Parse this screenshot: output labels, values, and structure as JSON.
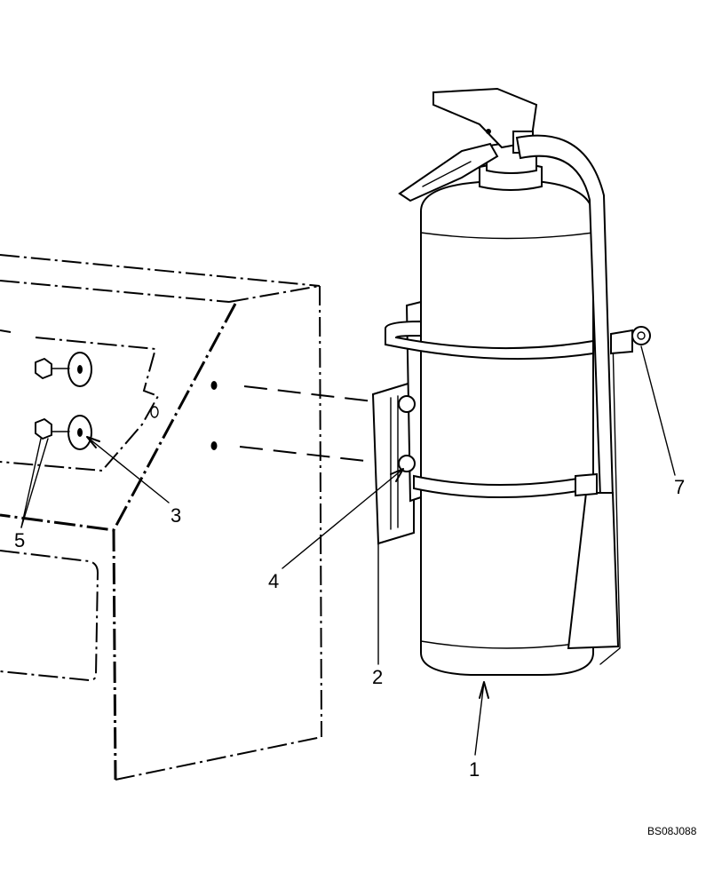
{
  "callouts": {
    "c1": "1",
    "c2": "2",
    "c3": "3",
    "c4": "4",
    "c5": "5",
    "c7": "7"
  },
  "drawing_id": "BS08J088"
}
